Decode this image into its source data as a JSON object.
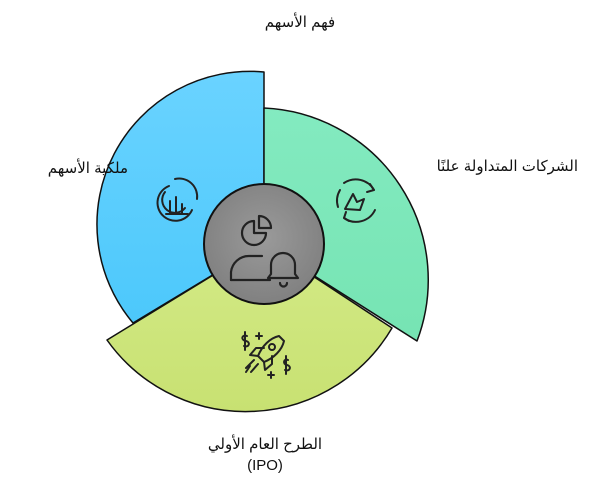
{
  "labels": {
    "title": "فهم الأسهم",
    "right": "الشركات المتداولة علنًا",
    "left": "ملكية الأسهم",
    "bottom_line1": "الطرح العام الأولي",
    "bottom_line2": "(IPO)"
  },
  "segments": [
    {
      "id": "ownership",
      "color": "#5ecfff",
      "icon": "pie-chart-growth-icon"
    },
    {
      "id": "public-companies",
      "color": "#7de8b8",
      "icon": "cycle-chart-icon"
    },
    {
      "id": "ipo",
      "color": "#cde67a",
      "icon": "rocket-launch-icon"
    }
  ],
  "center": {
    "color": "#8a8a8a",
    "icon": "investor-alert-icon"
  }
}
